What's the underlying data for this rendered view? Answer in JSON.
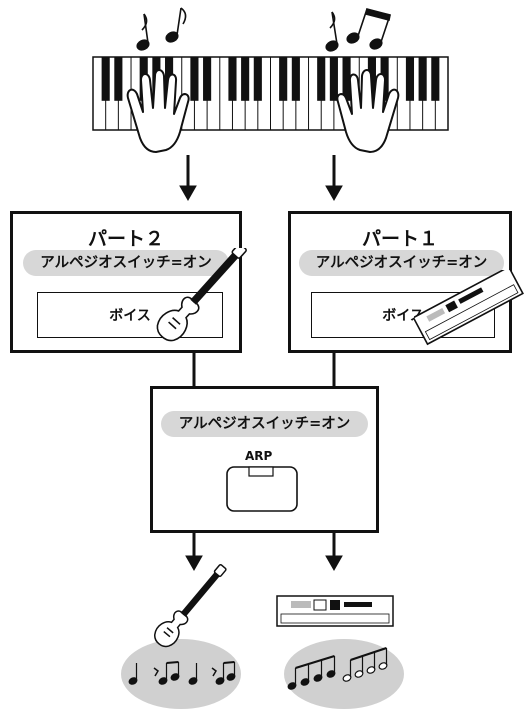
{
  "part2": {
    "title": "パート２",
    "arp_switch": "アルペジオスイッチ=オン",
    "voice": "ボイス"
  },
  "part1": {
    "title": "パート１",
    "arp_switch": "アルペジオスイッチ=オン",
    "voice": "ボイス"
  },
  "arpeggio": {
    "arp_switch": "アルペジオスイッチ=オン",
    "button_label": "ARP"
  },
  "icons": [
    "music-note-icon",
    "piano-keyboard-icon",
    "hand-icon",
    "arrow-down-icon",
    "electric-guitar-icon",
    "synthesizer-icon",
    "arp-button-icon"
  ],
  "colors": {
    "line": "#111111",
    "pill": "#d7d7d7",
    "output-ellipse": "#d0d0d0"
  }
}
